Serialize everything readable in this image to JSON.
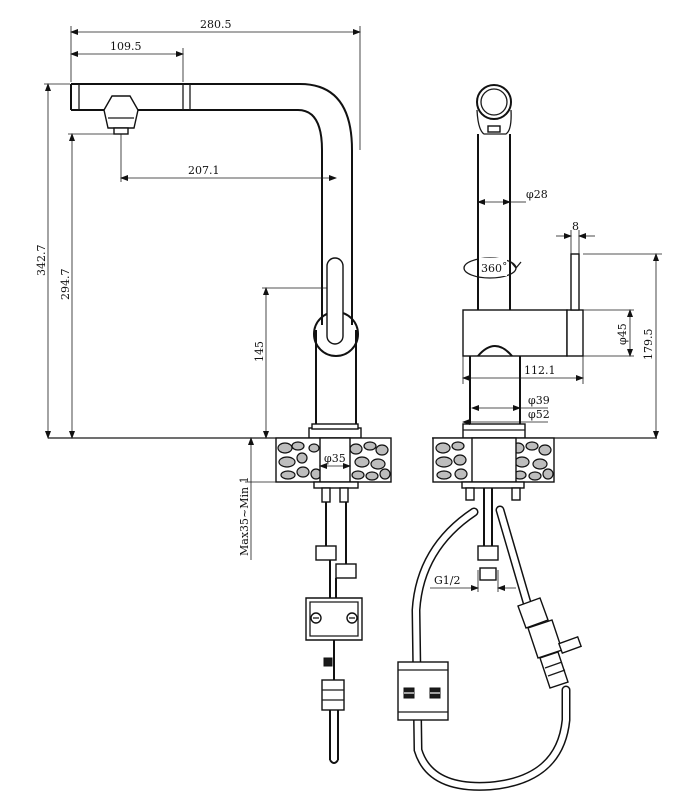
{
  "dimensions": {
    "total_width": "280.5",
    "spout_offset": "109.5",
    "reach": "207.1",
    "total_height": "342.7",
    "outlet_height": "294.7",
    "handle_height": "145",
    "base_dia": "φ35",
    "counter_thickness": "Max35~Min 1",
    "spout_dia": "φ28",
    "rotation": "360˚",
    "handle_width": "8",
    "body_dia": "φ45",
    "handle_total_height": "179.5",
    "body_length": "112.1",
    "base_ring_dia": "φ39",
    "flange_dia": "φ52",
    "thread": "G1/2"
  },
  "colors": {
    "line": "#1a1a1a",
    "stone": "#bdbdbd",
    "background": "#ffffff"
  }
}
